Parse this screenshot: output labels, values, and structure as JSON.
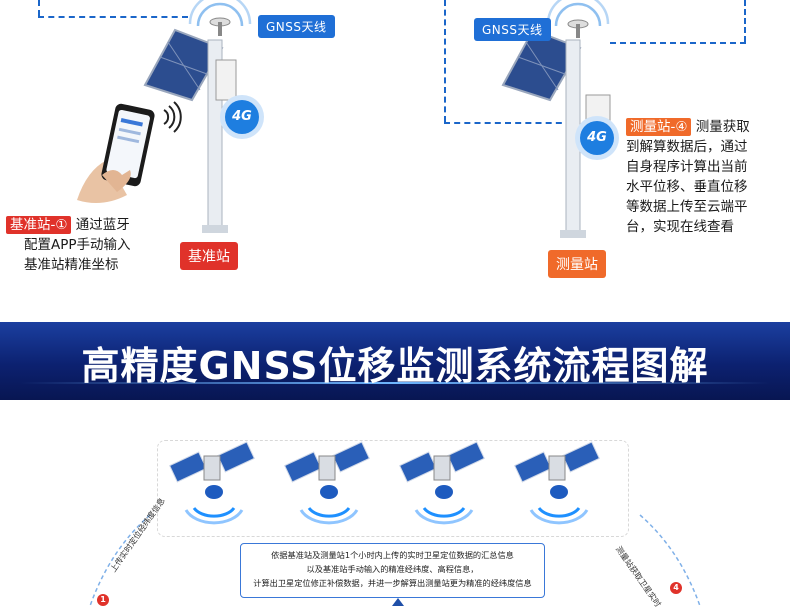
{
  "top": {
    "left_station": {
      "antenna_label": "GNSS天线",
      "step_tag": "基准站-①",
      "description": [
        "通过蓝牙",
        "配置APP手动输入",
        "基准站精准坐标"
      ],
      "station_label": "基准站",
      "badge": "4G"
    },
    "right_station": {
      "antenna_label": "GNSS天线",
      "step_tag": "测量站-④",
      "description": [
        "测量获取",
        "到解算数据后，通过",
        "自身程序计算出当前",
        "水平位移、垂直位移",
        "等数据上传至云端平",
        "台，实现在线查看"
      ],
      "station_label": "测量站",
      "badge": "4G"
    },
    "colors": {
      "accent_blue": "#1f6fd6",
      "tag_red": "#e0322a",
      "tag_orange": "#f06a2a"
    }
  },
  "banner": {
    "title": "高精度GNSS位移监测系统流程图解",
    "colors": {
      "from": "#1b3fa0",
      "to": "#081652"
    }
  },
  "flow": {
    "info_lines": [
      "依据基准站及测量站1个小时内上传的实时卫星定位数据的汇总信息",
      "以及基准站手动输入的精准经纬度、高程信息，",
      "计算出卫星定位修正补偿数据，并进一步解算出测量站更为精准的经纬度信息"
    ],
    "left_side_text": "上传实时定位经纬度信息",
    "right_side_text": "测量站获取卫星实时",
    "step1": "1",
    "step4": "4",
    "satellite_count": 4
  }
}
